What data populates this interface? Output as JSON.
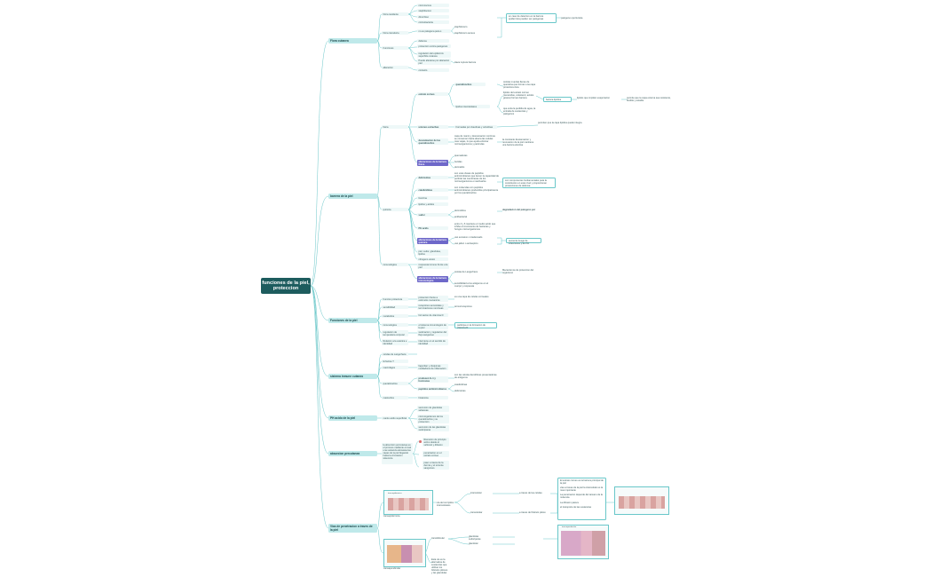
{
  "root": "funciones de la piel, proteccion",
  "main": [
    "Flora cutanea",
    "barrera de la piel",
    "Funciones de la piel",
    "sistema inmune cutaneo",
    "PH acido de la piel",
    "absorcion percutanea",
    "Vias de penetracion a traves de la piel"
  ],
  "flora": {
    "left": [
      "Flora residente",
      "Flora transitoria",
      "Funciones",
      "alteracion"
    ],
    "mid": [
      "micrococcus",
      "staphilococo",
      "dimorfoso",
      "corinebacteria",
      "no es patogena para s",
      "defensa",
      "proteccion contra patogenos",
      "regulacion del epidermis superficie cutanea",
      "Puede alterarse por alteracion piel",
      "contacto"
    ],
    "right": [
      "staphilococo",
      "staphilococo aureus",
      "Haca ruptura barrera"
    ],
    "box": "en caso de deterioro en la barrera epidermica pueden ser patogenas",
    "box_right": "patogeno oportunista"
  },
  "barrera": {
    "left": [
      "fisica",
      "quimica",
      "inmunologica"
    ],
    "fisica": {
      "estrato_corneo": "estrato corneo",
      "queratinocitos": "queratinocitos",
      "lipidos": "lipidos intercelulares",
      "desc1": "celulas muertas llenas de queratina que forman una capa protectora dura",
      "desc2": "lipidos del estrato corneo (ceramidas, colesterol, acidos grasos) forman barrera",
      "desc3": "que evita la perdida de agua, la entrada de sustancias y patogenos",
      "mid_box": "barrera lipidica",
      "far1": "lipidos que impiden evaporacion",
      "far2": "permite que la capa externa sea resistente, flexible y estable",
      "uniones": "uniones estrechas",
      "uniones_desc": "Formadas por claudinas y ocludinas",
      "uniones_right": "permiten que la capa lipidica quede integra",
      "descamacion": "descamacion de las queratinocitos",
      "desc_long": "capa de manto y descamacion continua se conservan hacia afuera las celulas mas viejas, lo que ayuda eliminar microorganismos y particulas",
      "desc_long2": "la constante descamacion y renovacion de la piel mantiene una barrera efectiva",
      "alteraciones": "alteraciones de la barrera fisica",
      "alt_items": [
        "quemaduras",
        "heridas",
        "dermatitis"
      ]
    },
    "quimica": {
      "items": [
        "defensinas",
        "catelicidinas",
        "lisozima",
        "lipidos y acidos",
        "sudor",
        "PH acido",
        "alteraciones de la barrera quimica",
        "piel, sudor, glandulas, lipidos",
        "nitrogeno ureico"
      ],
      "def_desc": "son unas clases de peptidos antimicrobianos que tienen la capacidad de perforar las membranas de los microorganismos e inactivarlos",
      "cat_desc": "son moleculas con peptidos antimicrobianos producidos principalmente por los queratinocitos",
      "box": "son componentes fundamentales para la constitucion en este nivel y proporcionan protecciones de defensa",
      "sudor_items": [
        "dermcidina",
        "antibacterial"
      ],
      "sudor_right": "degradacion del patogeno por",
      "ph_desc": "entre 4 y 6 mantiene el medio acido que inhibe el crecimiento de bacterias y hongos microorganismos",
      "alt_items": [
        "uso excesivo o inadecuado",
        "uso jabon o antiseptico"
      ],
      "alt_box": "aumenta riesgo de infecciones y de PH"
    },
    "inmuno": {
      "item": "respuesta inmune frente a la piel",
      "cells": "celulas de Langerhans",
      "cells_desc": "Mecanismos de proteccion del organismo",
      "alt": "alteraciones de la barrera inmunologica",
      "alt_desc": "sensibilidad a los antigenos en el cuerpo y respuesta"
    }
  },
  "funciones": {
    "left": [
      "Funcion protectora",
      "sensibilidad",
      "metabolica",
      "inmunologica",
      "regulacion de temperatura corporal",
      "Relacion a la estetica e identidad"
    ],
    "mid": [
      "proteccion frente a estimulos mecanicos",
      "receptores sensoriales y terminaciones nerviosas",
      "formacion de vitamina D",
      "el sistema inmunologico de la piel",
      "sudoracion y regulacion del flujo sanguineo",
      "interviene en el sentido de identidad"
    ],
    "right": [
      "es una capa de celulas corneales",
      "termorreceptores",
      "participa en la formacion de vitamina D"
    ]
  },
  "sistema": {
    "left": [
      "celulas de Langerhans",
      "linfocitos T",
      "macrofagos",
      "queratinocitos",
      "mastocitos"
    ],
    "mid": [
      "fagocitan y citoquinas mediadores de inflamacion",
      "producen IL-1 y hormonas",
      "peptidos antimicrobianos",
      "histamina"
    ],
    "right": [
      "son las celulas dendriticas presentadoras de antigenos",
      "catelicidinas",
      "defensinas"
    ]
  },
  "ph": {
    "left": "manto acido superficial",
    "items": [
      "secrecion de glandulas sebaceas",
      "microorganismos de los queratinocitos y su proteccion",
      "secrecion de las glandulas sudoriparas"
    ]
  },
  "absorcion": {
    "left": "la absorcion percutanea es el proceso mediante el cual una sustancia atraviesa las capas de la piel llegando hasta la circulacion sistemica",
    "items": [
      "liberacion de principio activo desde el vehiculo y difusion",
      "penetracion en el estrato corneo",
      "paso a traves de la dermis y el torrente sanguineo"
    ]
  },
  "vias": {
    "transepidermica": "transepidermica",
    "transapendicular": "transapendicular",
    "intercelular": "intercelular",
    "transcelular": "transcelular",
    "transfolicular": "transfolicular",
    "glandular": "glandular",
    "mid1": "via de los lipidos intercelulares",
    "mid2": "a traves de las celulas",
    "mid3": "a traves del foliculo piloso",
    "mid4": "glandulas sudoriparas",
    "right_list": [
      "El estrato corneo es la barrera principal de la piel",
      "vias a traves de la piel la intercelular es la mas importante",
      "La penetracion depende del tamano de la molecula",
      "La difusion pasiva",
      "el transporte de las sustancias"
    ],
    "bottom_desc": "Esta via es la alternativa de sustancias que utilizan los foliculos pilosos y las glandulas",
    "cap_top": "transepidermica",
    "cap_bottom": "transapendicular"
  },
  "colors": {
    "root": "#1d5c5e",
    "main": "#bfe9ea",
    "line": "#69c7c9",
    "purple": "#6e68c9"
  }
}
